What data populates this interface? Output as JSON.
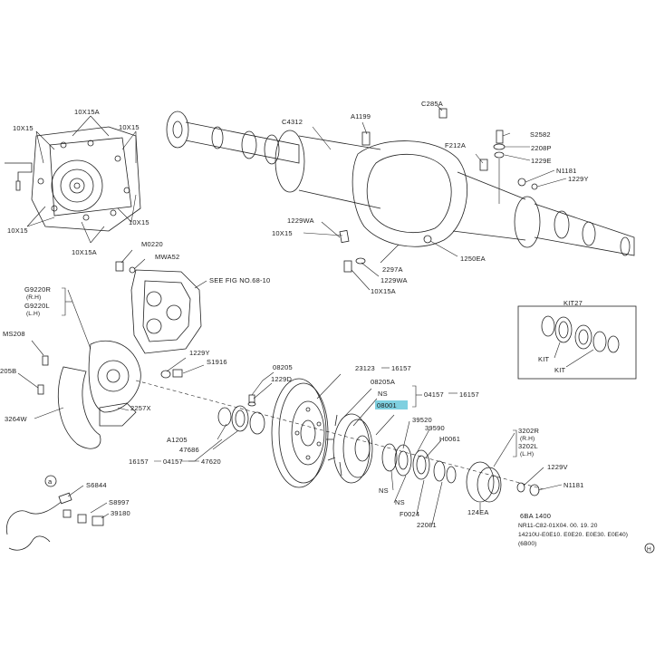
{
  "labels": {
    "carrier_top": "10X15A",
    "carrier_tl": "10X15",
    "carrier_tr": "10X15",
    "carrier_bl": "10X15",
    "carrier_br": "10X15",
    "carrier_bot": "10X15A",
    "c4312": "C4312",
    "a1199": "A1199",
    "c285a": "C285A",
    "s2582": "S2582",
    "p2208p": "2208P",
    "f212a": "F212A",
    "p1229e_top": "1229E",
    "n1181_top": "N1181",
    "p1229y_top": "1229Y",
    "p1229wa_left": "1229WA",
    "p10x15_housing": "10X15",
    "p2297a": "2297A",
    "p1250ea": "1250EA",
    "p1229wa_bot": "1229WA",
    "p10x15a_housing": "10X15A",
    "m0220": "M0220",
    "mwa52": "MWA52",
    "see_fig": "SEE FIG NO.68-10",
    "g9220r": "G9220R",
    "g9220r_rh": "(R.H)",
    "g9220l": "G9220L",
    "g9220l_lh": "(L.H)",
    "ms208": "MS208",
    "p1229y_mid": "1229Y",
    "s1916": "S1916",
    "p205b": "205B",
    "p3264w": "3264W",
    "p2257x": "2257X",
    "p08205": "08205",
    "p1229d": "1229D",
    "p23123": "23123",
    "p16157_a": "16157",
    "p08205a": "08205A",
    "ns_1": "NS",
    "p04157": "04157",
    "p16157_b": "16157",
    "p08001": "08001",
    "a1205": "A1205",
    "p47686": "47686",
    "p16157_c": "16157",
    "p04157_b": "04157",
    "p47620": "47620",
    "p39520": "39520",
    "p39590": "39590",
    "h0061": "H0061",
    "ns_2": "NS",
    "ns_3": "NS",
    "f0024": "F0024",
    "p22081": "22081",
    "p124ea": "124EA",
    "p3202r": "3202R",
    "p3202r_rh": "(R.H)",
    "p3202l": "3202L",
    "p3202l_lh": "(L.H)",
    "p1229v": "1229V",
    "n1181_bot": "N1181",
    "kit27": "KIT27",
    "kit_a": "KIT",
    "kit_b": "KIT",
    "circle_a": "a",
    "s6844": "S6844",
    "s8997": "S8997",
    "p39180": "39180",
    "p6ba1400": "6BA 1400",
    "note_line1": "NR11-C82-01X04. 00. 19. 20",
    "note_line2": "14210U-E0E10. E0E20. E0E30. E0E40)",
    "note_line3": "(6B00)",
    "corner_mark": "H"
  },
  "colors": {
    "highlight": "#7fd0e0",
    "line": "#222222",
    "background": "#ffffff"
  }
}
